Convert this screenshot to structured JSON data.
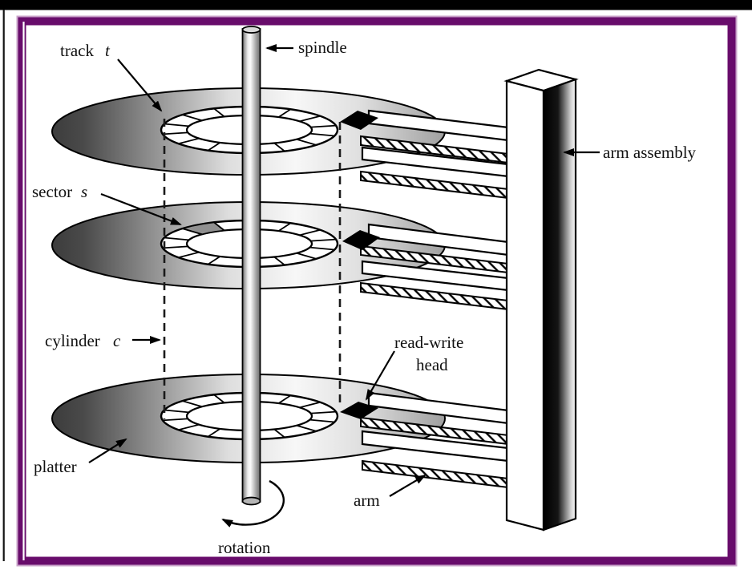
{
  "labels": {
    "track": {
      "word": "track",
      "var": "t"
    },
    "spindle": "spindle",
    "sector": {
      "word": "sector",
      "var": "s"
    },
    "cylinder": {
      "word": "cylinder",
      "var": "c"
    },
    "platter": "platter",
    "rotation": "rotation",
    "read_write_head": {
      "line1": "read-write",
      "line2": "head"
    },
    "arm": "arm",
    "arm_assembly": "arm assembly"
  },
  "colors": {
    "frame": "#680c6b",
    "frame_halo": "#c9a3c9",
    "ink": "#000000",
    "background": "#ffffff",
    "platter_dark": "#3c3c3c",
    "platter_light": "#f7f7f7",
    "sector_shade": "#909090"
  }
}
